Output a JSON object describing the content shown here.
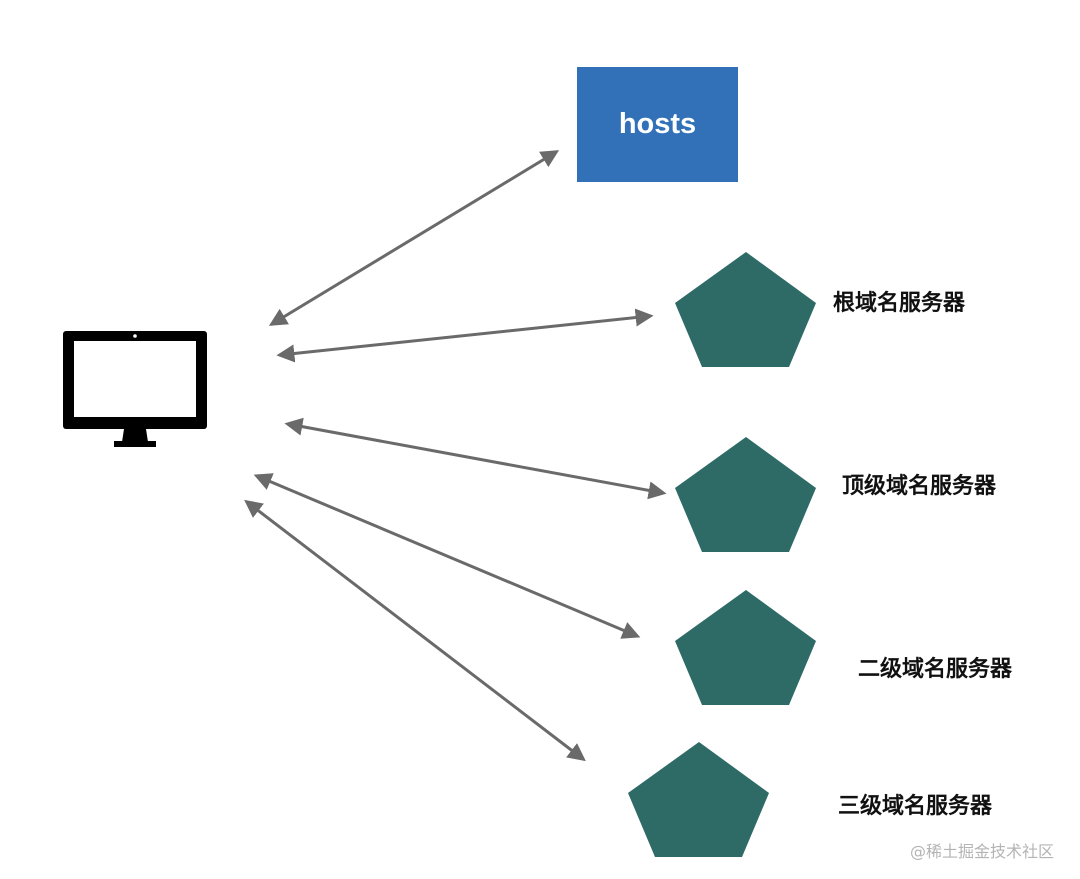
{
  "hosts": {
    "label": "hosts"
  },
  "servers": [
    {
      "label": "根域名服务器"
    },
    {
      "label": "顶级域名服务器"
    },
    {
      "label": "二级域名服务器"
    },
    {
      "label": "三级域名服务器"
    }
  ],
  "watermark": "@稀土掘金技术社区",
  "colors": {
    "hosts_fill": "#3271b8",
    "server_fill": "#2e6b66",
    "arrow": "#6a6a6a",
    "computer": "#000000"
  }
}
